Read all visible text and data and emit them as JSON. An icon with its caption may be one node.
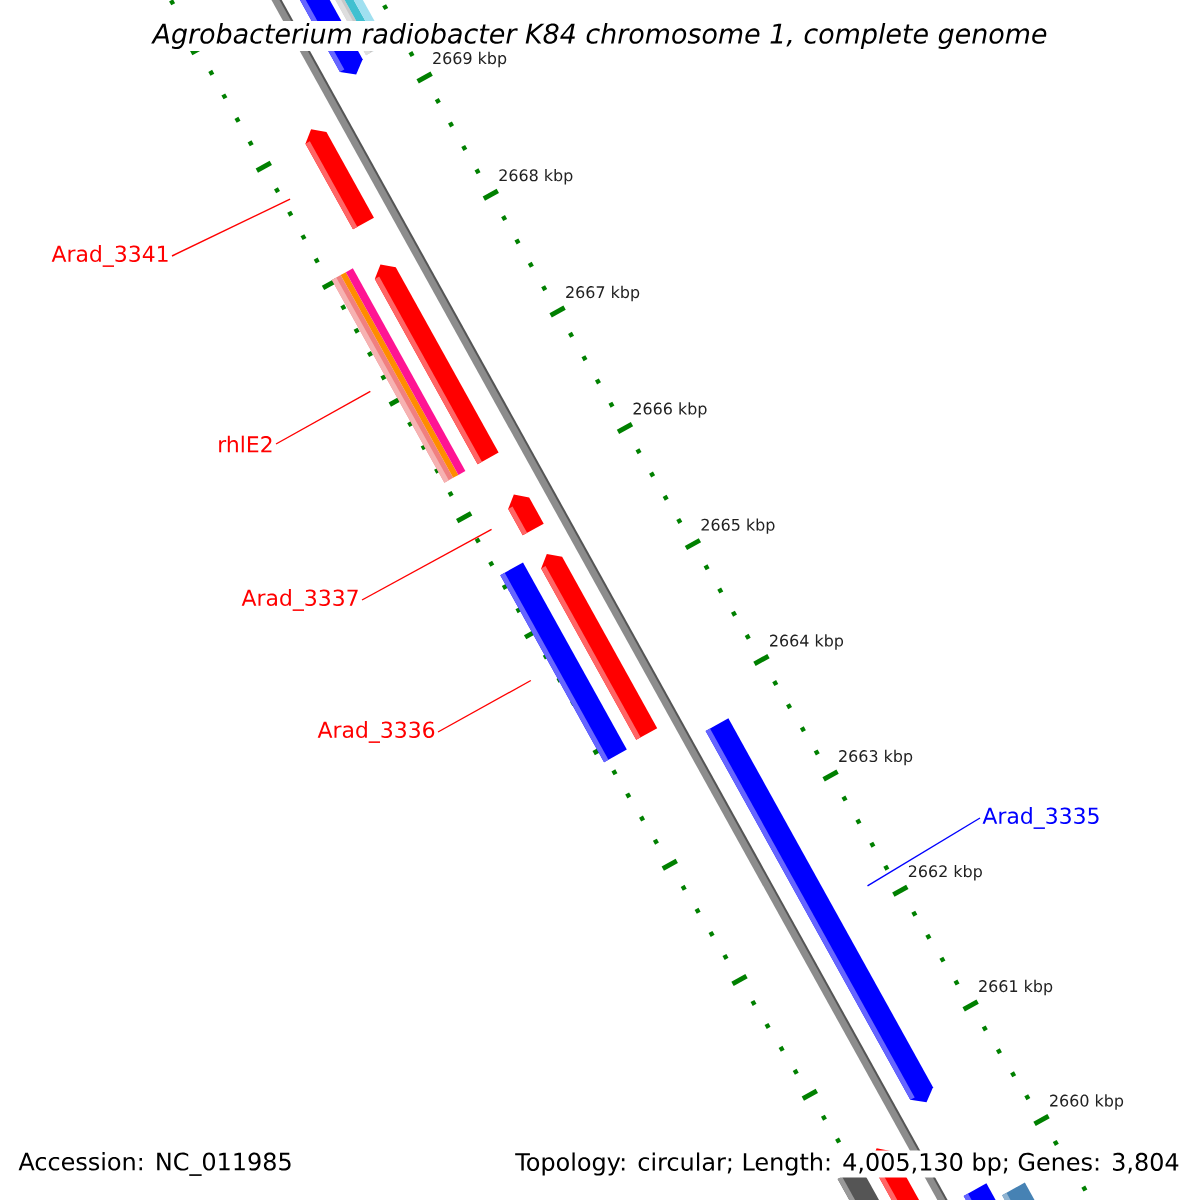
{
  "diagram": {
    "title": "Agrobacterium radiobacter K84 chromosome 1, complete genome",
    "nodes": [
      {
        "text": [
          "Arad_3341"
        ]
      },
      {
        "text": [
          "rhlE2"
        ]
      },
      {
        "text": [
          "Arad_3337"
        ]
      },
      {
        "text": [
          "Arad_3336"
        ]
      },
      {
        "text": [
          "Arad_3335"
        ]
      },
      {
        "text": [],
        "shape": "arrow"
      },
      {
        "text": [],
        "shape": "bar"
      },
      {
        "text": [],
        "shape": "arrow"
      },
      {
        "text": [],
        "shape": "bar"
      },
      {
        "text": [],
        "shape": "arrow"
      }
    ],
    "edges": [
      {
        "from": 0,
        "to": 5,
        "arrow": "none"
      },
      {
        "from": 1,
        "to": 6,
        "arrow": "none"
      },
      {
        "from": 2,
        "to": 7,
        "arrow": "none"
      },
      {
        "from": 3,
        "to": 8,
        "arrow": "none"
      },
      {
        "from": 4,
        "to": 9,
        "arrow": "none",
        "color": "#0000ff"
      }
    ],
    "labels": [
      "2669 kbp",
      "2668 kbp",
      "2667 kbp",
      "2666 kbp",
      "2665 kbp",
      "2664 kbp",
      "2663 kbp",
      "2662 kbp",
      "2661 kbp",
      "2660 kbp",
      "Accession: NC_011985",
      "Topology: circular; Length: 4,005,130 bp; Genes: 3,804"
    ]
  }
}
